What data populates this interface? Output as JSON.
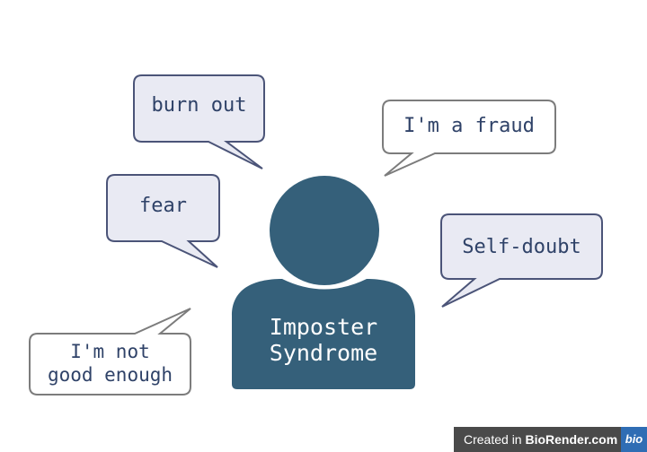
{
  "bubbles": {
    "burn_out": "burn out",
    "fraud": "I'm a fraud",
    "fear": "fear",
    "self_doubt": "Self-doubt",
    "not_good_line1": "I'm not",
    "not_good_line2": "good enough"
  },
  "person": {
    "line1": "Imposter",
    "line2": "Syndrome"
  },
  "badge": {
    "prefix": "Created in ",
    "brand": "BioRender.com",
    "logo": "bio"
  },
  "colors": {
    "person_fill": "#35607a",
    "bubble_fill": "#eaebf3",
    "bubble_stroke": "#4b5478",
    "text": "#2f4268"
  }
}
